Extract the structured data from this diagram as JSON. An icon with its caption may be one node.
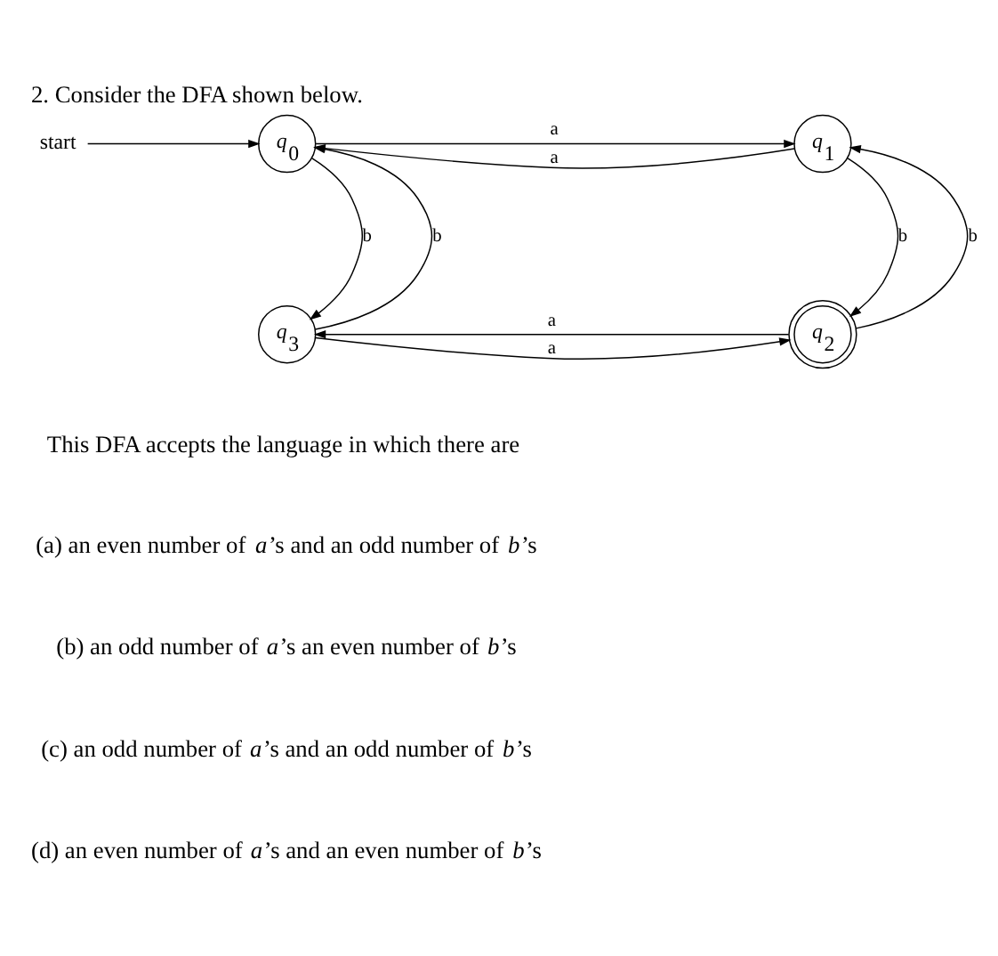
{
  "diagram": {
    "title": "2. Consider the DFA shown below.",
    "nodes": [
      {
        "text": [
          "start"
        ]
      },
      {
        "text": [
          "*q*$_{0}$"
        ]
      },
      {
        "text": [
          "*q*$_{1}$"
        ]
      },
      {
        "text": [
          "*q*$_{3}$"
        ]
      },
      {
        "text": [
          "*q*$_{2}$"
        ]
      }
    ],
    "edges": [
      {
        "from": 0,
        "to": 1,
        "arrow": "to"
      },
      {
        "from": 1,
        "to": 2,
        "arrow": "to",
        "label": "a"
      },
      {
        "from": 2,
        "to": 1,
        "arrow": "to",
        "label": "a"
      },
      {
        "from": 1,
        "to": 3,
        "arrow": "to",
        "label": "b"
      },
      {
        "from": 3,
        "to": 1,
        "arrow": "to",
        "label": "b"
      },
      {
        "from": 2,
        "to": 4,
        "arrow": "to",
        "label": "b"
      },
      {
        "from": 4,
        "to": 2,
        "arrow": "to",
        "label": "b"
      },
      {
        "from": 4,
        "to": 3,
        "arrow": "to",
        "label": "a"
      },
      {
        "from": 3,
        "to": 4,
        "arrow": "to",
        "label": "a"
      }
    ],
    "labels": [
      "This DFA accepts the language in which there are",
      "(a) an even number of *a*’s and an odd number of *b*’s",
      "(b) an odd number of *a*’s an even number of *b*’s",
      "(c) an odd number of *a*’s and an odd number of *b*’s",
      "(d) an even number of *a*’s and an even number of *b*’s"
    ]
  }
}
